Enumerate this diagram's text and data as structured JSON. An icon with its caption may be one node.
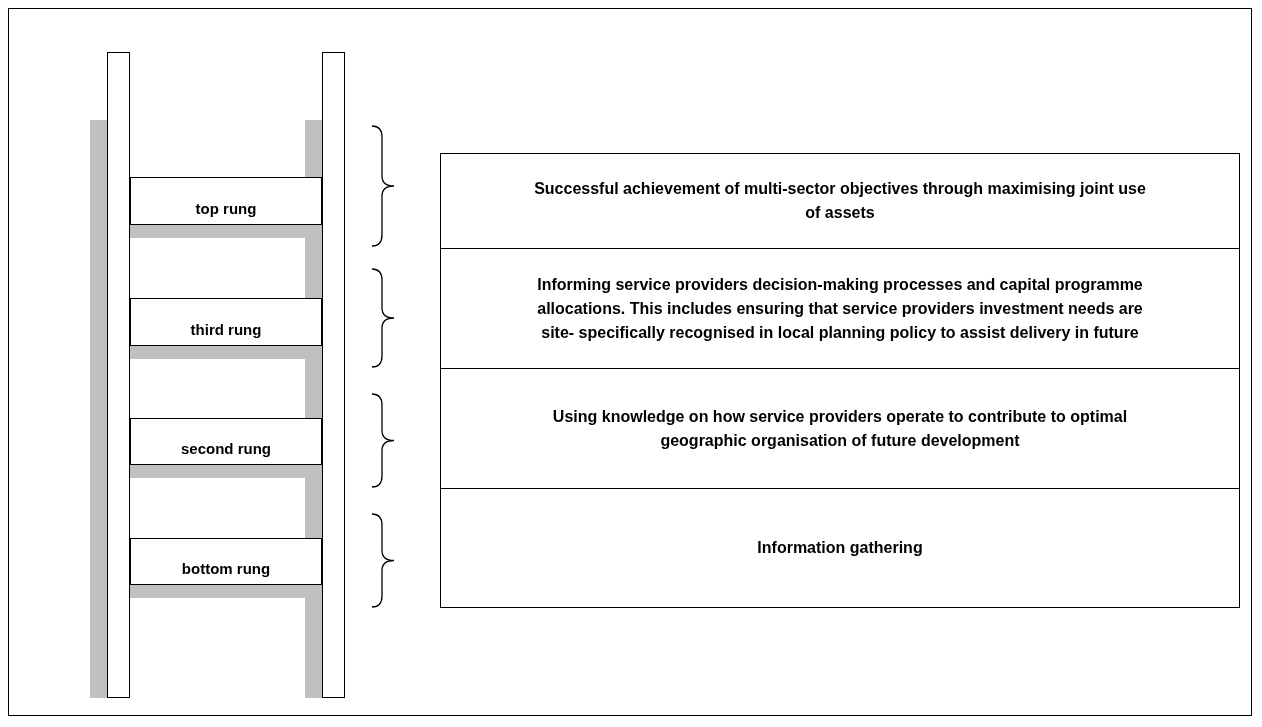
{
  "diagram": {
    "nodes": [
      {
        "text": [
          "top rung"
        ]
      },
      {
        "text": [
          "third rung"
        ]
      },
      {
        "text": [
          "second rung"
        ]
      },
      {
        "text": [
          "bottom rung"
        ]
      },
      {
        "text": [
          "Successful achievement of multi-sector objectives through maximising joint use of assets"
        ]
      },
      {
        "text": [
          "Informing service providers decision-making processes and capital programme allocations. This includes ensuring that service providers investment needs are site- specifically recognised in local planning policy to assist delivery in future"
        ]
      },
      {
        "text": [
          "Using knowledge on how service providers operate to contribute to optimal geographic organisation of future development"
        ]
      },
      {
        "text": [
          "Information gathering"
        ]
      },
      {
        "text": [],
        "shape": "bar"
      },
      {
        "text": [],
        "shape": "bar"
      }
    ]
  }
}
